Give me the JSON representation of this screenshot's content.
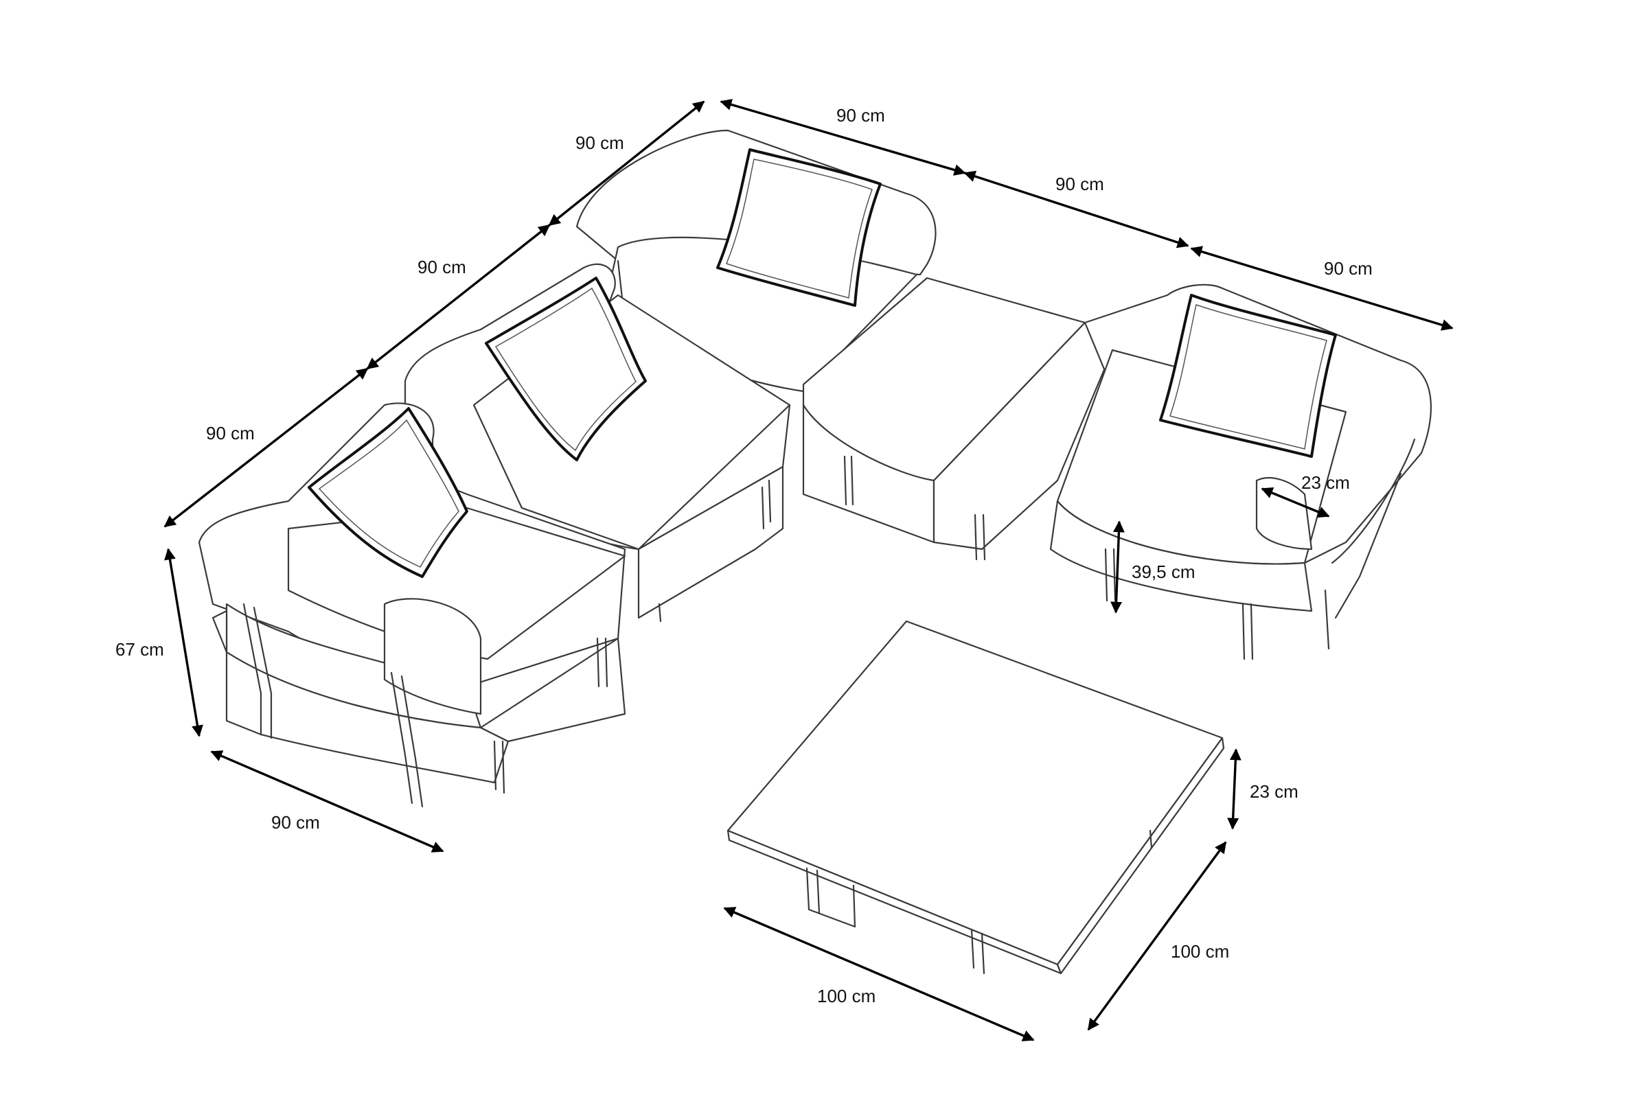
{
  "dimensions": {
    "back_left": "90 cm",
    "back_top": "90 cm",
    "back_mid": "90 cm",
    "back_right": "90 cm",
    "left_upper": "90 cm",
    "left_lower": "90 cm",
    "height": "67 cm",
    "front_depth": "90 cm",
    "arm_width": "23 cm",
    "seat_height": "39,5 cm",
    "table_height": "23 cm",
    "table_length": "100 cm",
    "table_width": "100 cm"
  },
  "colors": {
    "line": "#3a3a3a",
    "dimension": "#000000",
    "background": "#ffffff"
  }
}
